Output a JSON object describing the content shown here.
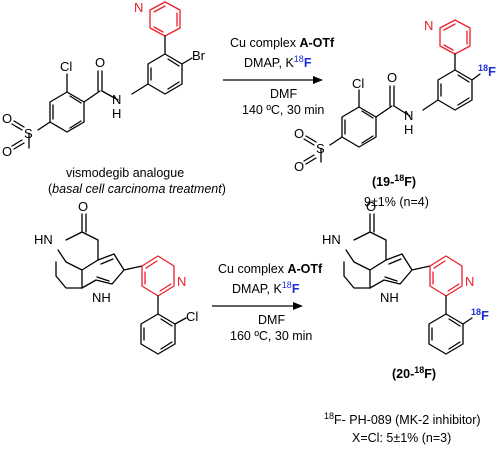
{
  "reaction1": {
    "reactant_caption_line1": "vismodegib analogue",
    "reactant_caption_line2": "basal cell carcinoma treatment",
    "cond_line1_prefix": "Cu complex ",
    "cond_line1_bold": "A-OTf",
    "cond_line2_prefix": "DMAP, K",
    "cond_line2_sup": "18",
    "cond_line2_f": "F",
    "cond_line3": "DMF",
    "cond_line4": "140 ºC, 30 min",
    "product_label_prefix": "19-",
    "product_label_sup": "18",
    "product_label_suffix": "F",
    "yield": "9±1% (n=4)"
  },
  "reaction2": {
    "cond_line1_prefix": "Cu complex ",
    "cond_line1_bold": "A-OTf",
    "cond_line2_prefix": "DMAP, K",
    "cond_line2_sup": "18",
    "cond_line2_f": "F",
    "cond_line3": "DMF",
    "cond_line4": "160 ºC, 30 min",
    "product_label_prefix": "20-",
    "product_label_sup": "18",
    "product_label_suffix": "F",
    "note_sup": "18",
    "note_line1": "F- PH-089 (MK-2 inhibitor)",
    "note_line2": "X=Cl: 5±1% (n=3)"
  },
  "atoms": {
    "br": "Br",
    "cl": "Cl",
    "n": "N",
    "h": "H",
    "o": "O",
    "s": "S",
    "nh": "NH",
    "hn": "HN",
    "f_sup": "18",
    "f": "F"
  },
  "colors": {
    "pyridine": "#e8202a",
    "fluorine": "#1e2ed6",
    "bond": "#000000"
  }
}
